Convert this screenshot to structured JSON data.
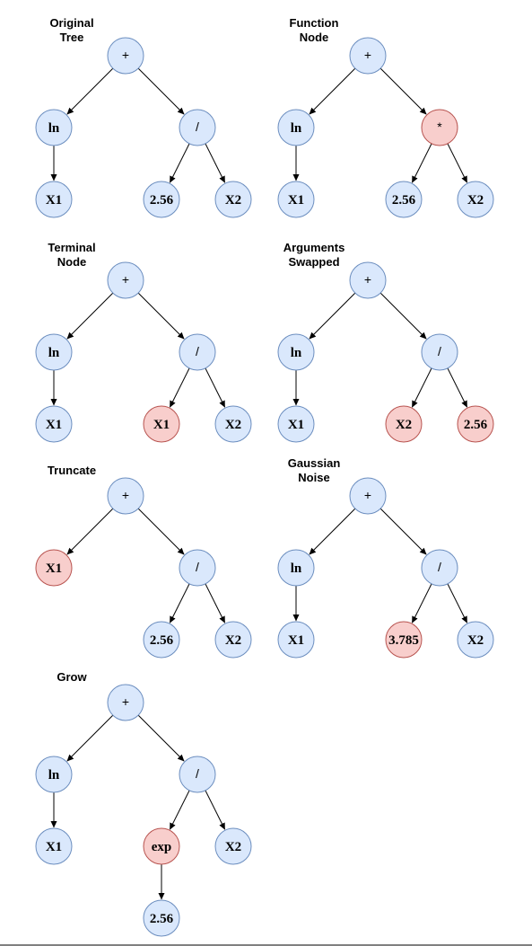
{
  "colors": {
    "normal_fill": "#dae8fc",
    "normal_stroke": "#6c8ebf",
    "changed_fill": "#f8cecc",
    "changed_stroke": "#b85450"
  },
  "panels": [
    {
      "id": "original",
      "caption": [
        "Original",
        "Tree"
      ],
      "nodes": [
        {
          "label": "+",
          "changed": false
        },
        {
          "label": "ln",
          "changed": false
        },
        {
          "label": "/",
          "changed": false
        },
        {
          "label": "X1",
          "changed": false
        },
        {
          "label": "2.56",
          "changed": false
        },
        {
          "label": "X2",
          "changed": false
        }
      ]
    },
    {
      "id": "function-node",
      "caption": [
        "Function",
        "Node"
      ],
      "nodes": [
        {
          "label": "+",
          "changed": false
        },
        {
          "label": "ln",
          "changed": false
        },
        {
          "label": "*",
          "changed": true
        },
        {
          "label": "X1",
          "changed": false
        },
        {
          "label": "2.56",
          "changed": false
        },
        {
          "label": "X2",
          "changed": false
        }
      ]
    },
    {
      "id": "terminal-node",
      "caption": [
        "Terminal",
        "Node"
      ],
      "nodes": [
        {
          "label": "+",
          "changed": false
        },
        {
          "label": "ln",
          "changed": false
        },
        {
          "label": "/",
          "changed": false
        },
        {
          "label": "X1",
          "changed": false
        },
        {
          "label": "X1",
          "changed": true
        },
        {
          "label": "X2",
          "changed": false
        }
      ]
    },
    {
      "id": "arguments-swapped",
      "caption": [
        "Arguments",
        "Swapped"
      ],
      "nodes": [
        {
          "label": "+",
          "changed": false
        },
        {
          "label": "ln",
          "changed": false
        },
        {
          "label": "/",
          "changed": false
        },
        {
          "label": "X1",
          "changed": false
        },
        {
          "label": "X2",
          "changed": true
        },
        {
          "label": "2.56",
          "changed": true
        }
      ]
    },
    {
      "id": "truncate",
      "caption": [
        "Truncate"
      ],
      "nodes": [
        {
          "label": "+",
          "changed": false
        },
        {
          "label": "X1",
          "changed": true
        },
        {
          "label": "/",
          "changed": false
        },
        {
          "label": "2.56",
          "changed": false
        },
        {
          "label": "X2",
          "changed": false
        }
      ]
    },
    {
      "id": "gaussian-noise",
      "caption": [
        "Gaussian",
        "Noise"
      ],
      "nodes": [
        {
          "label": "+",
          "changed": false
        },
        {
          "label": "ln",
          "changed": false
        },
        {
          "label": "/",
          "changed": false
        },
        {
          "label": "X1",
          "changed": false
        },
        {
          "label": "3.785",
          "changed": true
        },
        {
          "label": "X2",
          "changed": false
        }
      ]
    },
    {
      "id": "grow",
      "caption": [
        "Grow"
      ],
      "nodes": [
        {
          "label": "+",
          "changed": false
        },
        {
          "label": "ln",
          "changed": false
        },
        {
          "label": "/",
          "changed": false
        },
        {
          "label": "X1",
          "changed": false
        },
        {
          "label": "exp",
          "changed": true
        },
        {
          "label": "X2",
          "changed": false
        },
        {
          "label": "2.56",
          "changed": false
        }
      ]
    }
  ]
}
